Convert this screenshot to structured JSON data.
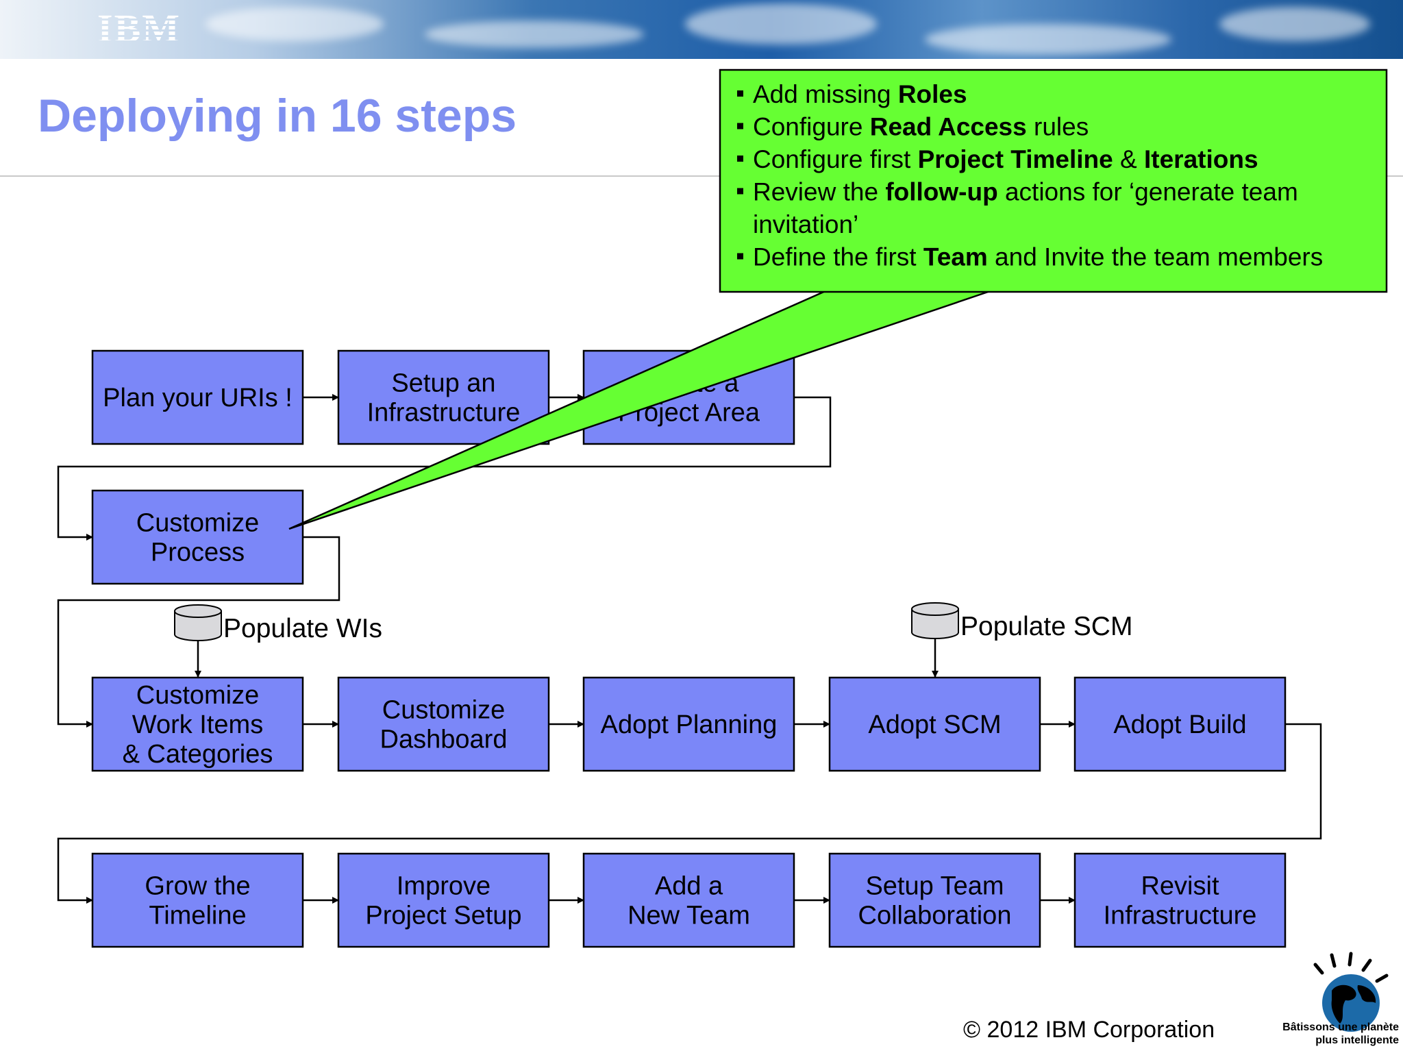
{
  "header": {
    "logo": "IBM"
  },
  "slide": {
    "title": "Deploying in 16 steps"
  },
  "steps": [
    {
      "id": "s1",
      "lines": [
        "Plan your URIs !"
      ]
    },
    {
      "id": "s2",
      "lines": [
        "Setup an",
        "Infrastructure"
      ]
    },
    {
      "id": "s3",
      "lines": [
        "Create a",
        "Project Area"
      ]
    },
    {
      "id": "s4",
      "lines": [
        "Customize",
        "Process"
      ]
    },
    {
      "id": "s5",
      "lines": [
        "Customize",
        "Work Items",
        "& Categories"
      ]
    },
    {
      "id": "s6",
      "lines": [
        "Customize",
        "Dashboard"
      ]
    },
    {
      "id": "s7",
      "lines": [
        "Adopt Planning"
      ]
    },
    {
      "id": "s8",
      "lines": [
        "Adopt SCM"
      ]
    },
    {
      "id": "s9",
      "lines": [
        "Adopt Build"
      ]
    },
    {
      "id": "s10",
      "lines": [
        "Grow the",
        "Timeline"
      ]
    },
    {
      "id": "s11",
      "lines": [
        "Improve",
        "Project Setup"
      ]
    },
    {
      "id": "s12",
      "lines": [
        "Add a",
        "New Team"
      ]
    },
    {
      "id": "s13",
      "lines": [
        "Setup Team",
        "Collaboration"
      ]
    },
    {
      "id": "s14",
      "lines": [
        "Revisit",
        "Infrastructure"
      ]
    }
  ],
  "databases": [
    {
      "id": "populate-wis",
      "label": "Populate WIs"
    },
    {
      "id": "populate-scm",
      "label": "Populate SCM"
    }
  ],
  "callout": {
    "items": [
      [
        {
          "t": "Add missing "
        },
        {
          "t": "Roles",
          "b": true
        }
      ],
      [
        {
          "t": "Configure "
        },
        {
          "t": "Read Access",
          "b": true
        },
        {
          "t": " rules"
        }
      ],
      [
        {
          "t": "Configure first "
        },
        {
          "t": "Project Timeline",
          "b": true
        },
        {
          "t": " & "
        },
        {
          "t": "Iterations",
          "b": true
        }
      ],
      [
        {
          "t": "Review the "
        },
        {
          "t": "follow-up",
          "b": true
        },
        {
          "t": " actions for ‘generate team"
        }
      ],
      [
        {
          "t": "invitation’"
        }
      ],
      [
        {
          "t": "Define the first "
        },
        {
          "t": "Team",
          "b": true
        },
        {
          "t": " and Invite the team members"
        }
      ]
    ]
  },
  "footer": {
    "copyright": "© 2012 IBM Corporation",
    "tagline": "Bâtissons une planète\nplus intelligente"
  },
  "colors": {
    "box_fill": "#7b87f8",
    "callout_fill": "#66ff33",
    "title": "#7f8ff0",
    "db_fill": "#d9d9dc"
  }
}
